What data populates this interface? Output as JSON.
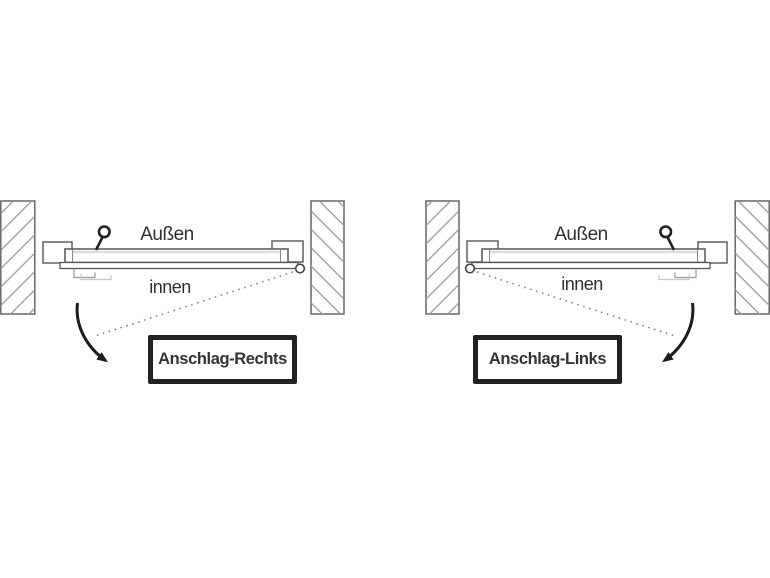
{
  "figure": {
    "background": "#ffffff",
    "diagrams": [
      {
        "id": "anschlag-rechts",
        "outside_label": "Außen",
        "inside_label": "innen",
        "variant_label": "Anschlag-Rechts"
      },
      {
        "id": "anschlag-links",
        "outside_label": "Außen",
        "inside_label": "innen",
        "variant_label": "Anschlag-Links"
      }
    ],
    "icons": {
      "door_handle": "door-handle-knob-icon",
      "hinge_pivot": "hinge-pivot-icon",
      "swing_direction": "curved-swing-arrow-icon"
    },
    "colors": {
      "outline": "#555555",
      "hatch": "#9a9a9a",
      "text": "#2f2f2f",
      "arrow": "#1c1c1c",
      "box_border": "#222222",
      "dotted_swing_line": "#808080"
    }
  }
}
